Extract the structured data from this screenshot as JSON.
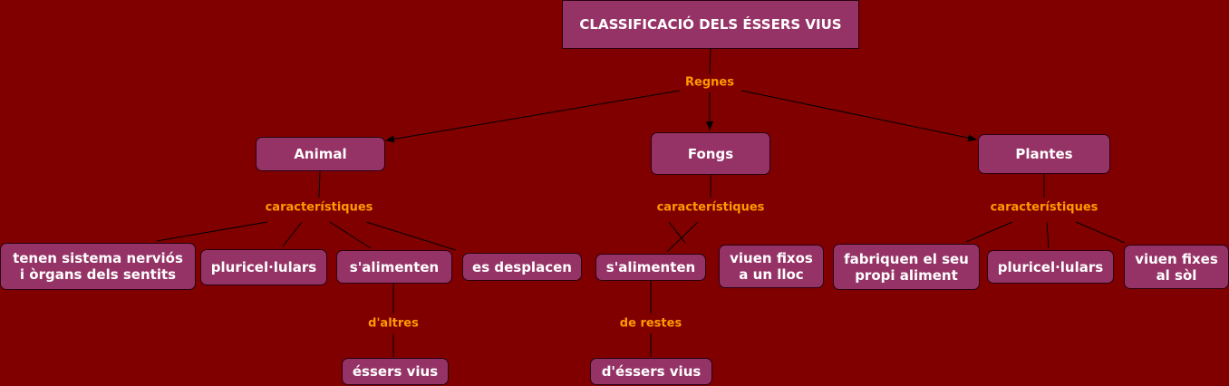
{
  "title": "CLASSIFICACIÓ DELS ÉSSERS VIUS",
  "links": {
    "regnes": "Regnes",
    "caracteristiques": "característiques",
    "daltres": "d'altres",
    "de_restes": "de restes"
  },
  "kingdoms": {
    "animal": {
      "label": "Animal",
      "traits": [
        "tenen sistema nerviós",
        "i òrgans dels sentits",
        "pluricel·lulars",
        "s'alimenten",
        "es desplacen"
      ],
      "food_target": "éssers vius"
    },
    "fongs": {
      "label": "Fongs",
      "traits": [
        "s'alimenten",
        "viuen fixos",
        "a un lloc"
      ],
      "food_target": "d'éssers vius"
    },
    "plantes": {
      "label": "Plantes",
      "traits": [
        "fabriquen el seu",
        "propi aliment",
        "pluricel·lulars",
        "viuen fixes",
        "al sòl"
      ]
    }
  },
  "colors": {
    "background": "#800000",
    "node": "#963366",
    "link_label": "#ff9900"
  }
}
